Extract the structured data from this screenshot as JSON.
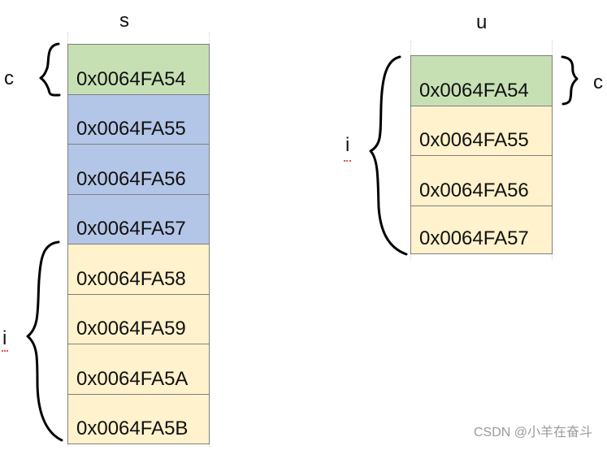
{
  "colors": {
    "char_cell": "#c6e0b4",
    "padding_cell": "#b4c6e7",
    "int_cell": "#fff2cc",
    "border": "#7f7f7f",
    "text": "#111111",
    "watermark": "#9a9a9a"
  },
  "struct_s": {
    "title": "s",
    "cells": [
      {
        "address": "0x0064FA54",
        "kind": "char"
      },
      {
        "address": "0x0064FA55",
        "kind": "padding"
      },
      {
        "address": "0x0064FA56",
        "kind": "padding"
      },
      {
        "address": "0x0064FA57",
        "kind": "padding"
      },
      {
        "address": "0x0064FA58",
        "kind": "int"
      },
      {
        "address": "0x0064FA59",
        "kind": "int"
      },
      {
        "address": "0x0064FA5A",
        "kind": "int"
      },
      {
        "address": "0x0064FA5B",
        "kind": "int"
      }
    ],
    "labels": {
      "c": "c",
      "i": "i"
    }
  },
  "union_u": {
    "title": "u",
    "cells": [
      {
        "address": "0x0064FA54",
        "kind": "char"
      },
      {
        "address": "0x0064FA55",
        "kind": "int"
      },
      {
        "address": "0x0064FA56",
        "kind": "int"
      },
      {
        "address": "0x0064FA57",
        "kind": "int"
      }
    ],
    "labels": {
      "c": "c",
      "i": "i"
    }
  },
  "watermark": "CSDN @小羊在奋斗"
}
